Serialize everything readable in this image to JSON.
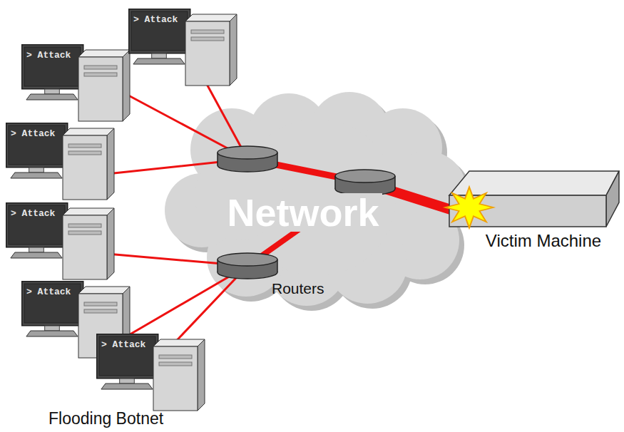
{
  "diagram": {
    "nodes": [
      {
        "text": [
          "> Attack"
        ]
      },
      {
        "text": [
          "> Attack"
        ]
      },
      {
        "text": [
          "> Attack"
        ]
      },
      {
        "text": [
          "> Attack"
        ]
      },
      {
        "text": [
          "> Attack"
        ]
      },
      {
        "text": [
          "> Attack"
        ]
      },
      {
        "text": [
          "Network"
        ]
      },
      {
        "text": [
          "Victim Machine"
        ]
      }
    ],
    "edges": [
      {
        "from": 0,
        "to": 7,
        "arrow": "none"
      },
      {
        "from": 1,
        "to": 7,
        "arrow": "none"
      },
      {
        "from": 2,
        "to": 7,
        "arrow": "none"
      },
      {
        "from": 3,
        "to": 7,
        "arrow": "none"
      },
      {
        "from": 4,
        "to": 7,
        "arrow": "none"
      },
      {
        "from": 5,
        "to": 7,
        "arrow": "none"
      }
    ],
    "labels": [
      "Routers",
      "Flooding Botnet"
    ]
  }
}
